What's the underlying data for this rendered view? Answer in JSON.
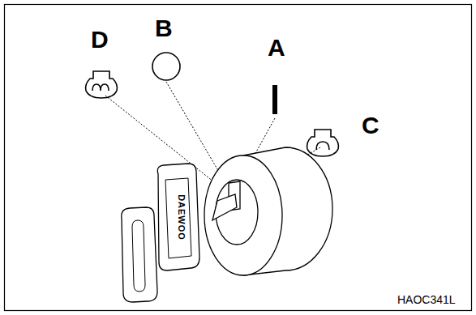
{
  "diagram": {
    "labels": [
      "D",
      "B",
      "A",
      "C",
      "DAEWOO",
      "HAOC341L"
    ]
  }
}
